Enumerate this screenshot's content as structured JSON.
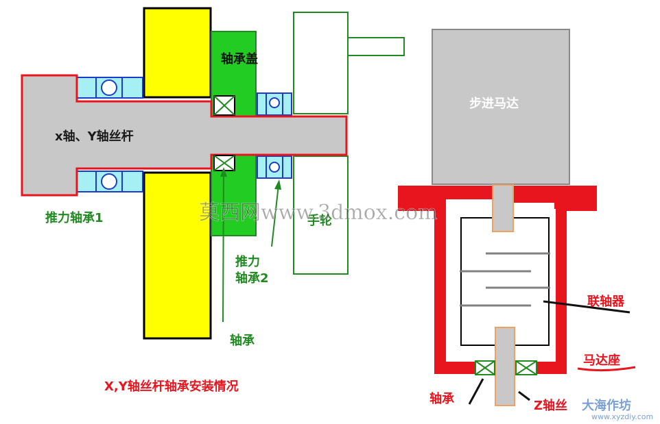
{
  "labels": {
    "bearing_cover": "轴承盖",
    "screw_xy": "x轴、Y轴丝杆",
    "thrust_bearing_1": "推力轴承1",
    "thrust_bearing_2_line1": "推力",
    "thrust_bearing_2_line2": "轴承2",
    "bearing_left": "轴承",
    "handwheel": "手轮",
    "stepper_motor": "步进马达",
    "coupling": "联轴器",
    "motor_mount": "马达座",
    "bearing_right": "轴承",
    "z_screw": "Z轴丝",
    "caption": "X,Y轴丝杆轴承安装情况"
  },
  "watermarks": {
    "center": "莫西网www.3dmox.com",
    "corner_main": "大海作坊",
    "corner_url": "www.xyzdiy.com"
  },
  "colors": {
    "red": "#e8141e",
    "green": "#1f8a1f",
    "bright_green": "#22cc22",
    "yellow": "#ffff00",
    "cyan": "#a6f0f4",
    "gray": "#c8c8c8",
    "blue": "#1a3cc8",
    "orange": "#f0a060"
  }
}
